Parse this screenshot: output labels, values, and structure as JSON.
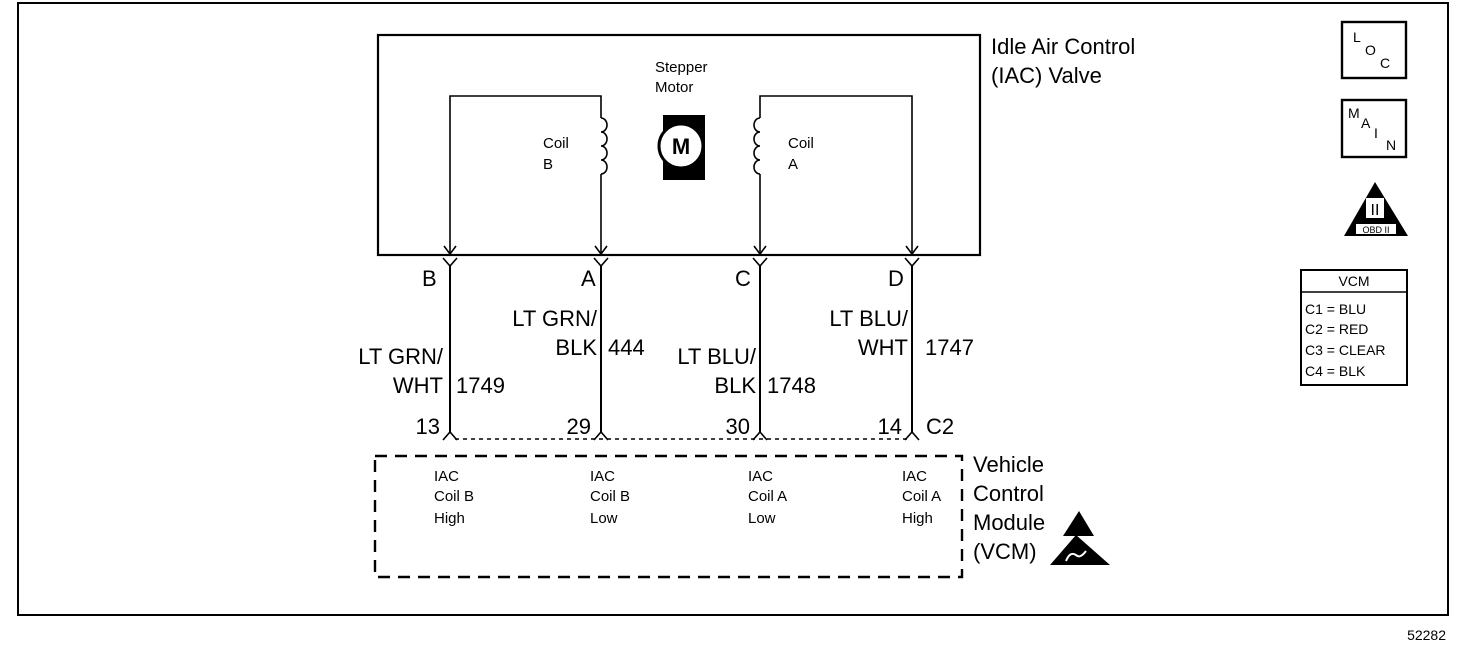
{
  "iac_valve": {
    "title_line1": "Idle Air Control",
    "title_line2": "(IAC) Valve",
    "motor_line1": "Stepper",
    "motor_line2": "Motor",
    "motor_symbol": "M",
    "coil_b_line1": "Coil",
    "coil_b_line2": "B",
    "coil_a_line1": "Coil",
    "coil_a_line2": "A"
  },
  "pins": {
    "b": "B",
    "a": "A",
    "c": "C",
    "d": "D"
  },
  "wires": {
    "w1_color_line1": "LT GRN/",
    "w1_color_line2": "WHT",
    "w1_circuit": "1749",
    "w1_terminal": "13",
    "w2_color_line1": "LT GRN/",
    "w2_color_line2": "BLK",
    "w2_circuit": "444",
    "w2_terminal": "29",
    "w3_color_line1": "LT BLU/",
    "w3_color_line2": "BLK",
    "w3_circuit": "1748",
    "w3_terminal": "30",
    "w4_color_line1": "LT BLU/",
    "w4_color_line2": "WHT",
    "w4_circuit": "1747",
    "w4_terminal": "14",
    "connector": "C2"
  },
  "vcm_module": {
    "name_line1": "Vehicle",
    "name_line2": "Control",
    "name_line3": "Module",
    "name_line4": "(VCM)",
    "inputs": [
      {
        "line1": "IAC",
        "line2": "Coil B",
        "line3": "High"
      },
      {
        "line1": "IAC",
        "line2": "Coil B",
        "line3": "Low"
      },
      {
        "line1": "IAC",
        "line2": "Coil A",
        "line3": "Low"
      },
      {
        "line1": "IAC",
        "line2": "Coil A",
        "line3": "High"
      }
    ]
  },
  "side_icons": {
    "loc_l": "L",
    "loc_o": "O",
    "loc_c": "C",
    "main_m": "M",
    "main_a": "A",
    "main_i": "I",
    "main_n": "N",
    "obd_roman": "II",
    "obd_text": "OBD II"
  },
  "vcm_legend": {
    "header": "VCM",
    "rows": [
      "C1 = BLU",
      "C2 = RED",
      "C3 = CLEAR",
      "C4 = BLK"
    ]
  },
  "figure_number": "52282"
}
